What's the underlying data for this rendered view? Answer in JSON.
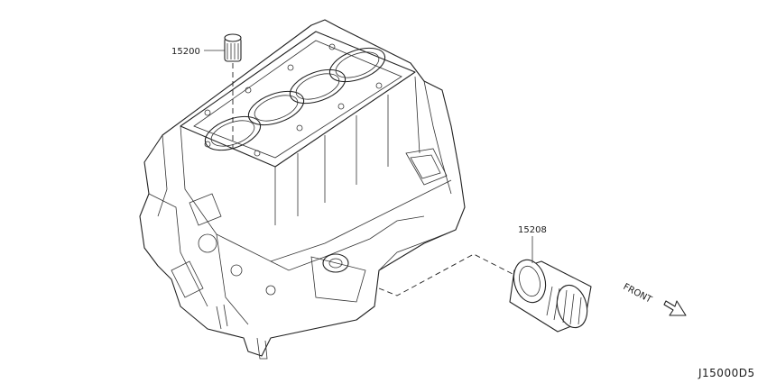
{
  "callouts": {
    "oil_strainer": "15200",
    "oil_filter": "15208"
  },
  "direction_label": "FRONT",
  "diagram_code": "J15000D5"
}
